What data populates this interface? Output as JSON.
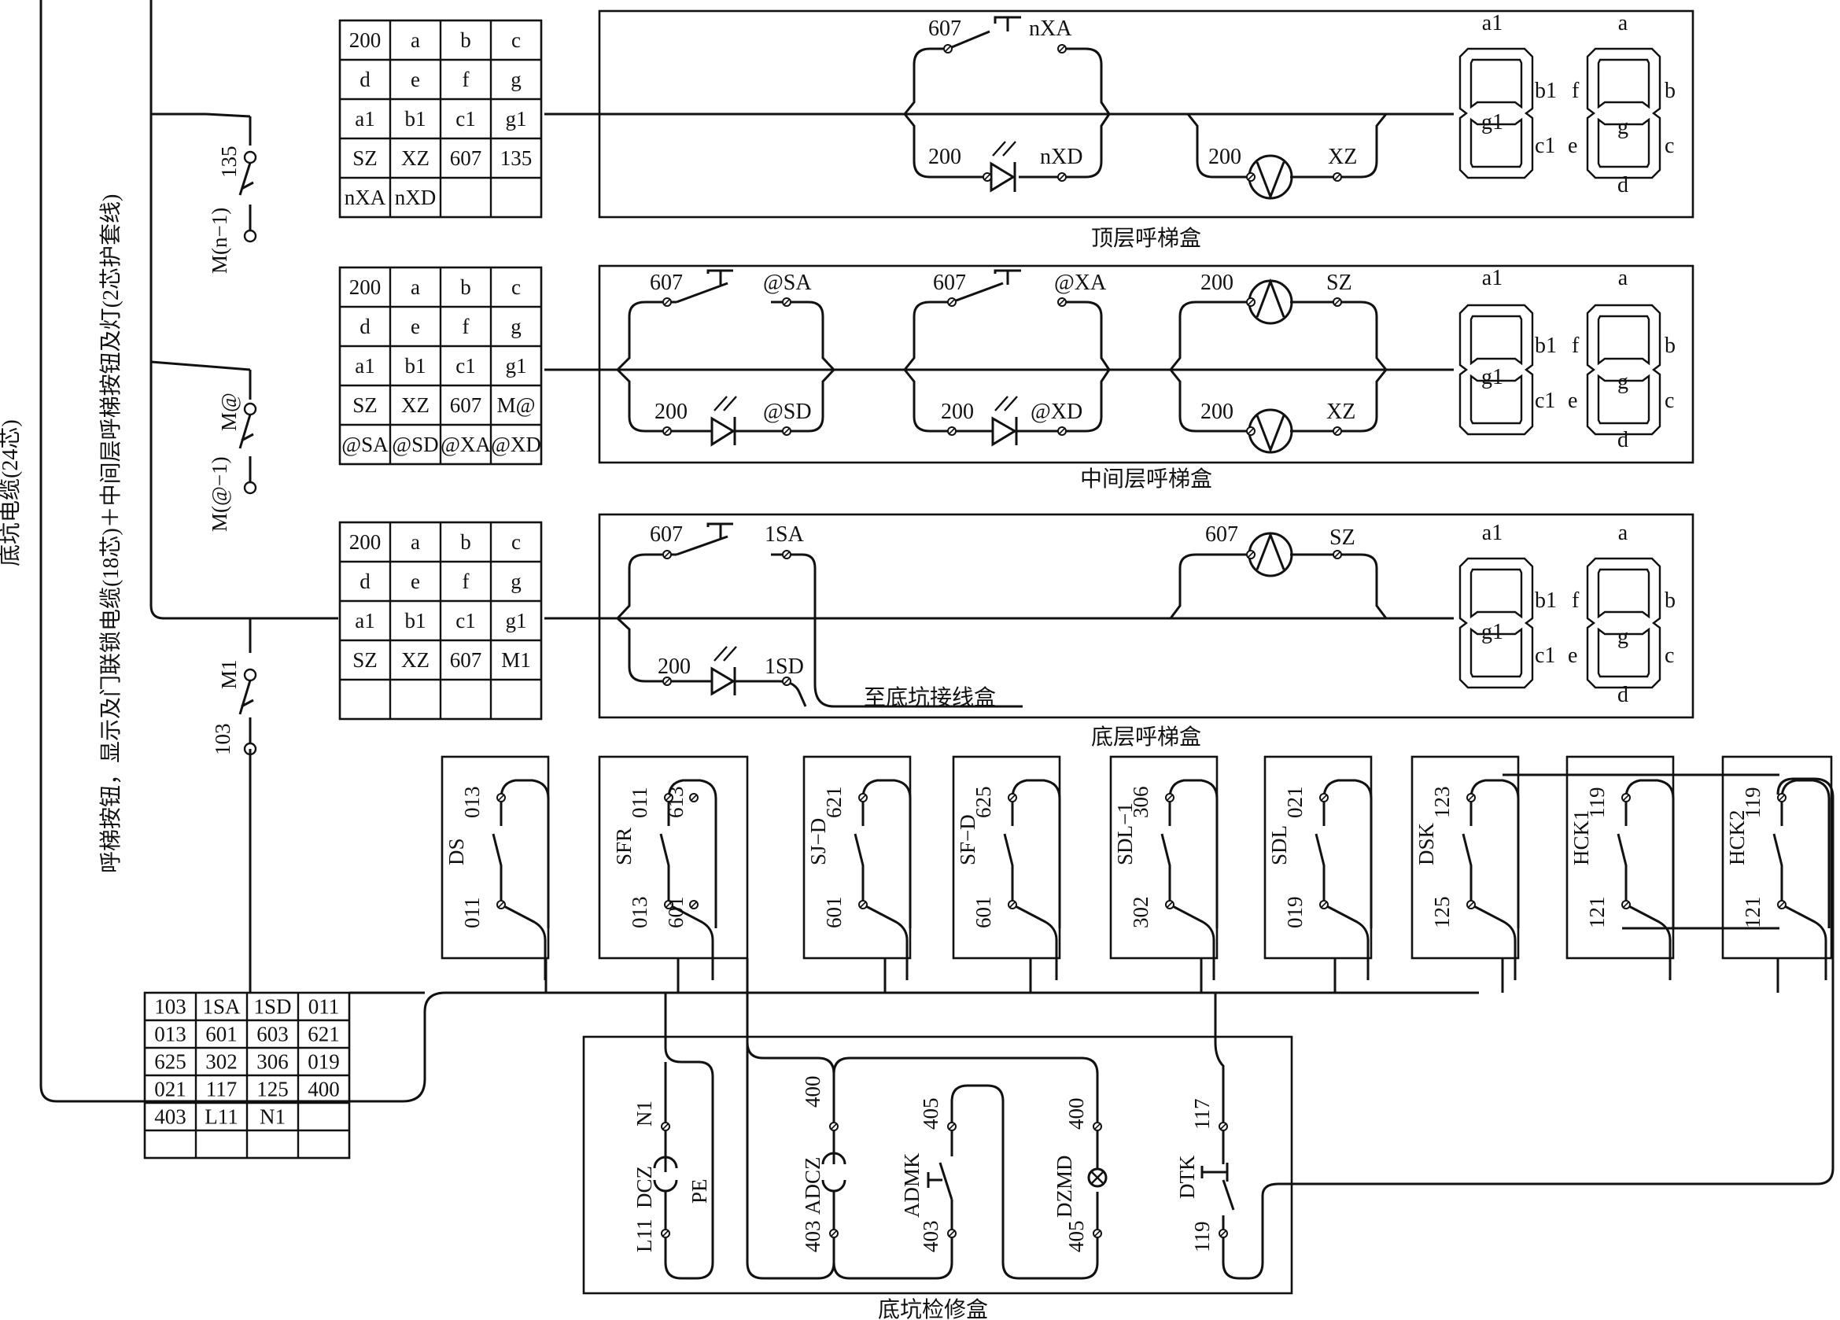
{
  "side_labels": {
    "pit_cable": "底坑电缆(24芯)",
    "call_cable": "呼梯按钮，显示及门联锁电缆(18芯)＋中间层呼梯按钮及灯(2芯护套线)"
  },
  "captions": {
    "top": "顶层呼梯盒",
    "middle": "中间层呼梯盒",
    "bottom": "底层呼梯盒",
    "pit": "底坑检修盒",
    "to_pit_box": "至底坑接线盒"
  },
  "door_contacts": {
    "top": {
      "name": "M(n−1)",
      "terminal": "135"
    },
    "middle": {
      "name_top": "M@",
      "name_bottom": "M(@−1)"
    },
    "bottom": {
      "name": "M1",
      "terminal": "103"
    }
  },
  "tables": {
    "top": [
      [
        "200",
        "a",
        "b",
        "c"
      ],
      [
        "d",
        "e",
        "f",
        "g"
      ],
      [
        "a1",
        "b1",
        "c1",
        "g1"
      ],
      [
        "SZ",
        "XZ",
        "607",
        "135"
      ],
      [
        "nXA",
        "nXD",
        "",
        ""
      ]
    ],
    "middle": [
      [
        "200",
        "a",
        "b",
        "c"
      ],
      [
        "d",
        "e",
        "f",
        "g"
      ],
      [
        "a1",
        "b1",
        "c1",
        "g1"
      ],
      [
        "SZ",
        "XZ",
        "607",
        "M@"
      ],
      [
        "@SA",
        "@SD",
        "@XA",
        "@XD"
      ]
    ],
    "bottom": [
      [
        "200",
        "a",
        "b",
        "c"
      ],
      [
        "d",
        "e",
        "f",
        "g"
      ],
      [
        "a1",
        "b1",
        "c1",
        "g1"
      ],
      [
        "SZ",
        "XZ",
        "607",
        "M1"
      ],
      [
        "",
        "",
        "",
        ""
      ]
    ],
    "pit": [
      [
        "103",
        "1SA",
        "1SD",
        "011"
      ],
      [
        "013",
        "601",
        "603",
        "621"
      ],
      [
        "625",
        "302",
        "306",
        "019"
      ],
      [
        "021",
        "117",
        "125",
        "400"
      ],
      [
        "403",
        "L11",
        "N1",
        ""
      ],
      [
        "",
        "",
        "",
        ""
      ]
    ]
  },
  "top_box": {
    "btn_l": "607",
    "btn_r": "nXA",
    "led_l": "200",
    "led_r": "nXD",
    "arr_l": "200",
    "arr_r": "XZ"
  },
  "middle_box": {
    "b1_l": "607",
    "b1_r": "@SA",
    "l1_l": "200",
    "l1_r": "@SD",
    "b2_l": "607",
    "b2_r": "@XA",
    "l2_l": "200",
    "l2_r": "@XD",
    "up_l": "200",
    "up_r": "SZ",
    "dn_l": "200",
    "dn_r": "XZ"
  },
  "bottom_box": {
    "btn_l": "607",
    "btn_r": "1SA",
    "led_l": "200",
    "led_r": "1SD",
    "up_l": "607",
    "up_r": "SZ"
  },
  "seg_labels": {
    "a1": "a1",
    "b1": "b1",
    "c1": "c1",
    "g1": "g1",
    "a": "a",
    "b": "b",
    "c": "c",
    "d": "d",
    "e": "e",
    "f": "f",
    "g": "g"
  },
  "switches": [
    {
      "name": "DS",
      "top": "013",
      "bot": "011"
    },
    {
      "name": "SFR",
      "top": "011",
      "top2": "613",
      "bot": "013",
      "bot2": "601"
    },
    {
      "name": "SJ−D",
      "top": "621",
      "bot": "601"
    },
    {
      "name": "SF−D",
      "top": "625",
      "bot": "601"
    },
    {
      "name": "SDL−1",
      "top": "306",
      "bot": "302"
    },
    {
      "name": "SDL",
      "top": "021",
      "bot": "019"
    },
    {
      "name": "DSK",
      "top": "123",
      "bot": "125"
    },
    {
      "name": "HCK1",
      "top": "119",
      "bot": "121"
    },
    {
      "name": "HCK2",
      "top": "119",
      "bot": "121"
    }
  ],
  "pit_items": {
    "dcz": {
      "name": "DCZ",
      "t1": "N1",
      "t2": "L11",
      "pe": "PE"
    },
    "adcz": {
      "name": "ADCZ",
      "t1": "400",
      "t2": "403"
    },
    "admk": {
      "name": "ADMK",
      "t1": "405",
      "t2": "403"
    },
    "dzmd": {
      "name": "DZMD",
      "t1": "400",
      "t2": "405"
    },
    "dtk": {
      "name": "DTK",
      "t1": "117",
      "t2": "119"
    }
  }
}
